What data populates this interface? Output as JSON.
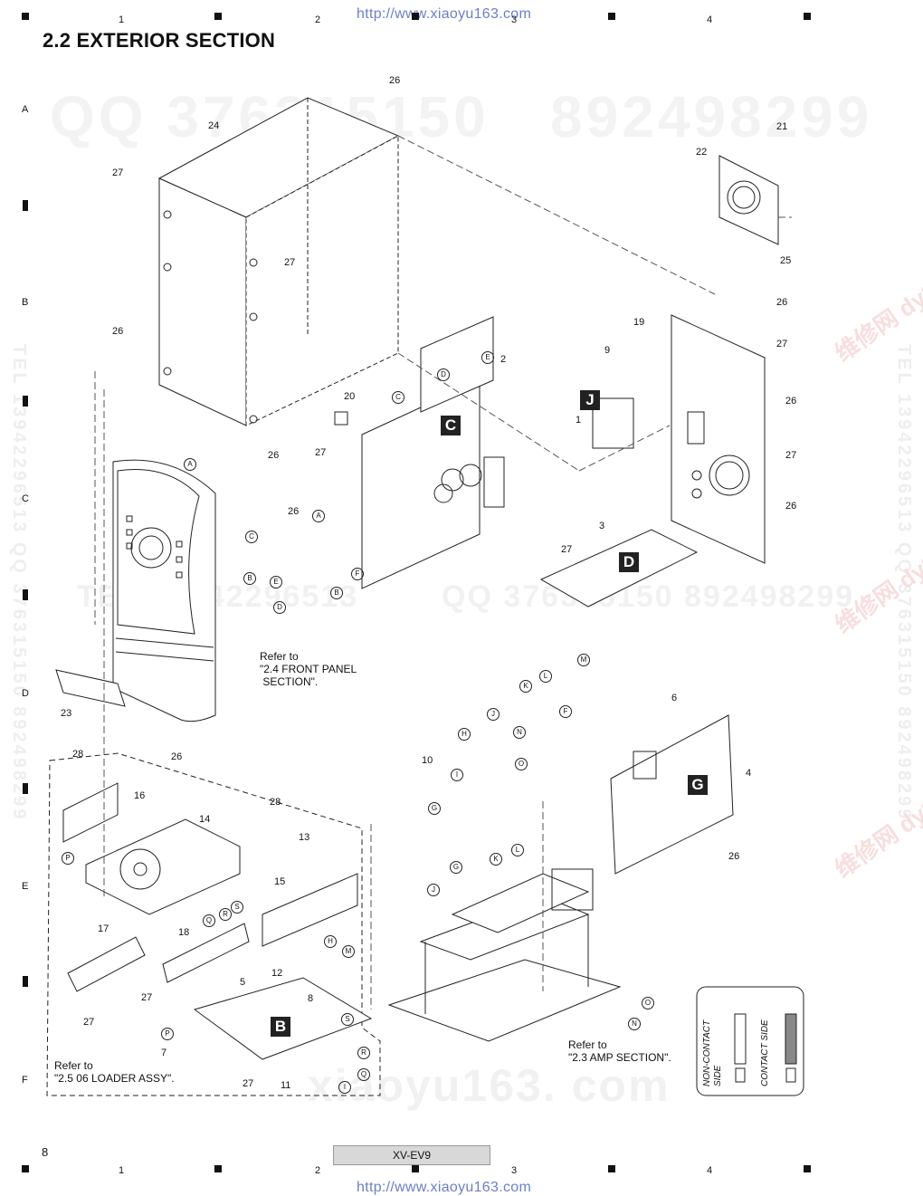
{
  "header": {
    "url_top": "http://www.xiaoyu163.com",
    "url_bottom": "http://www.xiaoyu163.com",
    "section_title": "2.2  EXTERIOR SECTION",
    "column_numbers": [
      "1",
      "2",
      "3",
      "4"
    ],
    "row_letters": [
      "A",
      "B",
      "C",
      "D",
      "E",
      "F"
    ]
  },
  "footer": {
    "page_number": "8",
    "model": "XV-EV9"
  },
  "watermarks": {
    "qq_top_left": "QQ 376315150",
    "qq_top_right": "892498299",
    "tel_mid": "TEL 13942296513",
    "qq_mid": "QQ 376315150  892498299",
    "bottom_url": "xiaoyu163. com",
    "vertical_left": "TEL 13942296513  QQ 376315150  892498299",
    "vertical_right": "TEL 13942296513  QQ 376315150  892498299",
    "cn_text": "维修网\ndy163.com"
  },
  "parts": [
    {
      "id": "1"
    },
    {
      "id": "2"
    },
    {
      "id": "3"
    },
    {
      "id": "4"
    },
    {
      "id": "5"
    },
    {
      "id": "6"
    },
    {
      "id": "7"
    },
    {
      "id": "8"
    },
    {
      "id": "9"
    },
    {
      "id": "10"
    },
    {
      "id": "11"
    },
    {
      "id": "12"
    },
    {
      "id": "13"
    },
    {
      "id": "14"
    },
    {
      "id": "15"
    },
    {
      "id": "16"
    },
    {
      "id": "17"
    },
    {
      "id": "18"
    },
    {
      "id": "19"
    },
    {
      "id": "20"
    },
    {
      "id": "21"
    },
    {
      "id": "22"
    },
    {
      "id": "23"
    },
    {
      "id": "24"
    },
    {
      "id": "25"
    },
    {
      "id": "26"
    },
    {
      "id": "27"
    },
    {
      "id": "28"
    }
  ],
  "board_labels": [
    "C",
    "J",
    "D",
    "G",
    "B"
  ],
  "connector_labels": [
    "A",
    "B",
    "C",
    "D",
    "E",
    "F",
    "G",
    "H",
    "I",
    "J",
    "K",
    "L",
    "M",
    "N",
    "O",
    "P",
    "Q",
    "R",
    "S"
  ],
  "references": {
    "front_panel": "Refer to\n\"2.4 FRONT PANEL\n SECTION\".",
    "amp": "Refer to\n\"2.3 AMP SECTION\".",
    "loader": "Refer to\n\"2.5 06 LOADER ASSY\"."
  },
  "legend": {
    "non_contact": "NON-CONTACT\nSIDE",
    "contact": "CONTACT SIDE"
  }
}
